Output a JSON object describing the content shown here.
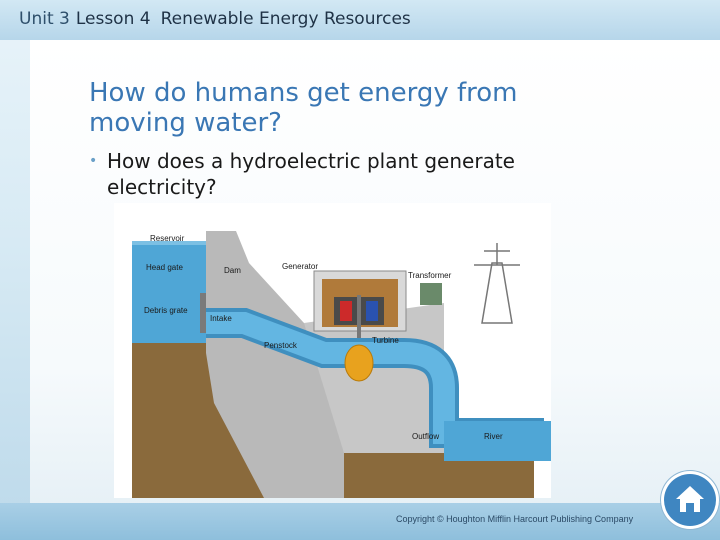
{
  "header": {
    "unit": "Unit 3",
    "lesson": "Lesson 4",
    "title": "Renewable Energy Resources"
  },
  "slide": {
    "title": "How do humans get energy from moving water?",
    "bullet": "How does a hydroelectric plant generate electricity?"
  },
  "diagram": {
    "labels": {
      "reservoir": "Reservoir",
      "head_gate": "Head gate",
      "dam": "Dam",
      "generator": "Generator",
      "transformer": "Transformer",
      "debris_grate": "Debris grate",
      "intake": "Intake",
      "penstock": "Penstock",
      "turbine": "Turbine",
      "outflow": "Outflow",
      "river": "River"
    }
  },
  "footer": {
    "copyright": "Copyright © Houghton Mifflin Harcourt Publishing Company",
    "home_icon": "home-icon"
  },
  "colors": {
    "title": "#3a77b4",
    "water": "#4fa6d6",
    "earth": "#8a6a3c",
    "concrete": "#b9b9b9",
    "home_button": "#3f86c1"
  }
}
